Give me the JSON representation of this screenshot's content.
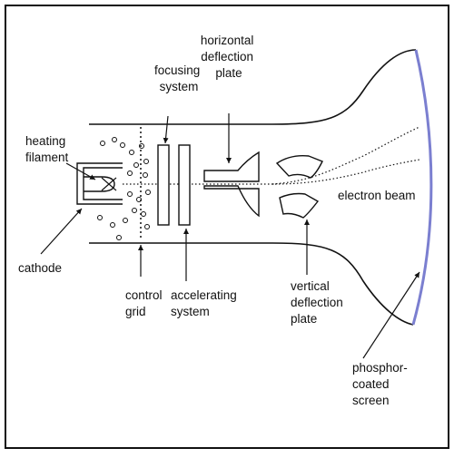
{
  "labels": {
    "heating_filament": [
      "heating",
      "filament"
    ],
    "cathode": "cathode",
    "focusing_system": [
      "focusing",
      "system"
    ],
    "horizontal_deflection_plate": [
      "horizontal",
      "deflection",
      "plate"
    ],
    "electron_beam": "electron beam",
    "control_grid": [
      "control",
      "grid"
    ],
    "accelerating_system": [
      "accelerating",
      "system"
    ],
    "vertical_deflection_plate": [
      "vertical",
      "deflection",
      "plate"
    ],
    "phosphor_coated_screen": [
      "phosphor-",
      "coated",
      "screen"
    ]
  },
  "colors": {
    "line": "#111111",
    "screen": "#7b7fd0",
    "background": "#ffffff"
  }
}
